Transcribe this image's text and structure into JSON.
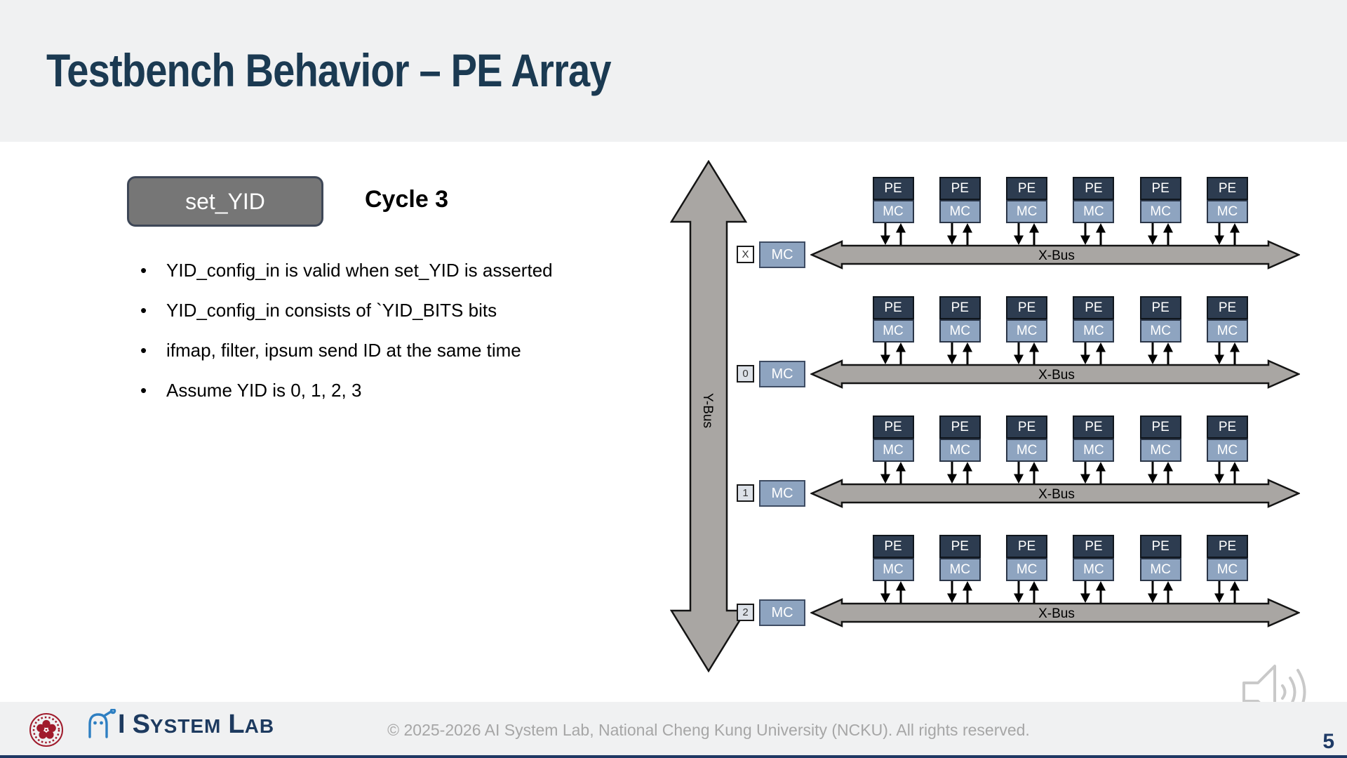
{
  "slide": {
    "title": "Testbench Behavior – PE Array",
    "page_number": "5"
  },
  "panel": {
    "signal_button_label": "set_YID",
    "cycle_label": "Cycle 3",
    "bullets": [
      "YID_config_in is valid when set_YID is asserted",
      "YID_config_in consists of `YID_BITS bits",
      "ifmap, filter, ipsum send ID at the same time",
      "Assume YID is 0, 1, 2, 3"
    ]
  },
  "diagram": {
    "y_bus_label": "Y-Bus",
    "x_bus_label": "X-Bus",
    "pe_label": "PE",
    "mc_label": "MC",
    "columns_per_row": 6,
    "rows": [
      {
        "id_label": "X"
      },
      {
        "id_label": "0"
      },
      {
        "id_label": "1"
      },
      {
        "id_label": "2"
      }
    ],
    "colors": {
      "pe_fill": "#2d3c50",
      "mc_fill": "#8ea4c0",
      "bus_fill": "#a9a6a3",
      "id_box_fill": "#dce1e8"
    }
  },
  "footer": {
    "brand": {
      "ai_letter": "I",
      "system_first": "S",
      "system_rest": "YSTEM",
      "lab_first": "L",
      "lab_rest": "AB"
    },
    "copyright": "© 2025-2026 AI System Lab, National Cheng Kung University (NCKU). All rights reserved.",
    "icons": {
      "university_seal": "ncku-seal-icon",
      "robot_logo": "ai-robot-logo-icon",
      "speaker": "speaker-icon"
    },
    "accent_colors": {
      "title_navy": "#1b3a52",
      "logo_blue": "#2e7fc2",
      "page_number_navy": "#1e3a66"
    }
  }
}
